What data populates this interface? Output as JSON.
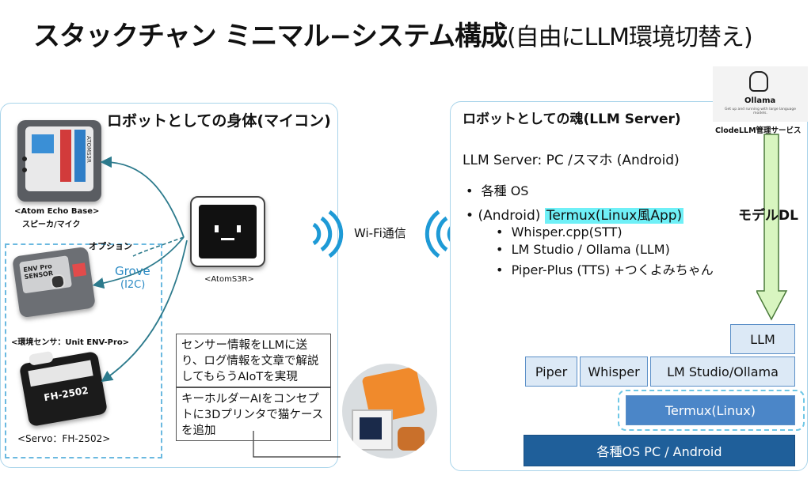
{
  "title": {
    "main": "スタックチャン ミニマル−システム構成",
    "sub": "(自由にLLM環境切替え)"
  },
  "left_panel": {
    "title": "ロボットとしての身体(マイコン)",
    "echo_label": "<Atom Echo Base>",
    "echo_sub": "スピーカ/マイク",
    "option_label": "オプション",
    "grove_label": "Grove",
    "i2c_label": "(I2C)",
    "env_label": "<環境センサ：Unit ENV-Pro>",
    "servo_label": "<Servo：FH-2502>",
    "atoms3r_label": "<AtomS3R>",
    "note1": "センサー情報をLLMに送り、ログ情報を文章で解説してもらうAIoTを実現",
    "note2": "キーホルダーAIをコンセプトに3Dプリンタで猫ケースを追加",
    "device_text": {
      "echo_model": "ATOMS3R",
      "env_text": "ENV Pro SENSOR",
      "servo_model": "FH-2502"
    }
  },
  "wifi_label": "Wi-Fi通信",
  "right_panel": {
    "title": "ロボットとしての魂(LLM Server)",
    "server_line": "LLM Server: PC /スマホ (Android)",
    "bullet1": "各種 OS",
    "bullet2_prefix": "(Android)",
    "bullet2_highlight": "Termux(Linux風App)",
    "sub_bullets": [
      "Whisper.cpp(STT)",
      "LM Studio / Ollama (LLM)",
      "Piper-Plus (TTS) +つくよみちゃん"
    ],
    "ollama_logo_text": "Ollama",
    "ollama_tagline": "Get up and running with large language models.",
    "ollama_caption": "ClodeLLM管理サービス",
    "model_dl_label": "モデルDL",
    "stack": {
      "llm": "LLM",
      "piper": "Piper",
      "whisper": "Whisper",
      "lmstudio": "LM Studio/Ollama",
      "termux": "Termux(Linux)",
      "os": "各種OS PC / Android"
    }
  },
  "colors": {
    "panel_border": "#a9d4ea",
    "highlight": "#6ff0f7",
    "arrow_green": "#d8f5c0",
    "termux_fill": "#4b86c8",
    "os_fill": "#1f5f9a",
    "stack_light": "#dce9f6",
    "wifi_blue": "#1e9ad6",
    "arrow_teal": "#2c7a8c"
  }
}
